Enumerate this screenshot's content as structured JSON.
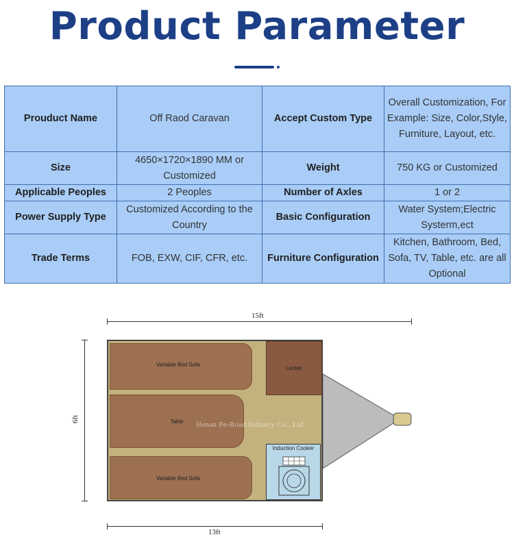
{
  "header": {
    "title": "Product Parameter"
  },
  "params": {
    "rows": [
      {
        "k1": "Prouduct Name",
        "v1": "Off Raod Caravan",
        "k2": "Accept Custom Type",
        "v2": "Overall Customization, For Example: Size, Color,Style, Furniture, Layout, etc."
      },
      {
        "k1": "Size",
        "v1": "4650×1720×1890 MM or Customized",
        "k2": "Weight",
        "v2": "750 KG or Customized"
      },
      {
        "k1": "Applicable Peoples",
        "v1": "2 Peoples",
        "k2": "Number of Axles",
        "v2": "1 or 2"
      },
      {
        "k1": "Power Supply Type",
        "v1": "Customized According to the Country",
        "k2": "Basic Configuration",
        "v2": "Water System;Electric Systerm,ect"
      },
      {
        "k1": "Trade Terms",
        "v1": "FOB, EXW, CIF, CFR, etc.",
        "k2": "Furniture Configuration",
        "v2": "Kitchen, Bathroom, Bed, Sofa, TV, Table, etc. are all Optional"
      }
    ]
  },
  "floorplan": {
    "dim_top": "15ft",
    "dim_left": "6ft",
    "dim_bottom": "13ft",
    "bed_top": "Variable Bed Sofa",
    "table": "Table",
    "bed_bottom": "Variable Bed Sofa",
    "locker": "Locker",
    "cooker": "Induction Cooker",
    "watermark": "Henan Pe-Road Industry Co., Ltd."
  }
}
